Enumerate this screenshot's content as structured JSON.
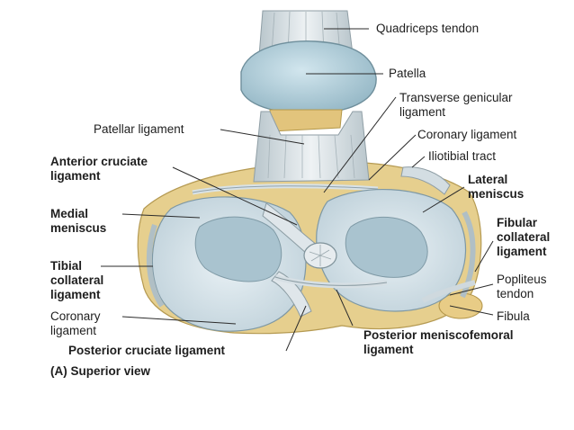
{
  "labels": {
    "quadriceps_tendon": "Quadriceps tendon",
    "patella": "Patella",
    "transverse_genicular": "Transverse genicular\nligament",
    "patellar_ligament": "Patellar ligament",
    "coronary_ligament_top": "Coronary ligament",
    "anterior_cruciate": "Anterior cruciate\nligament",
    "iliotibial_tract": "Iliotibial tract",
    "lateral_meniscus": "Lateral\nmeniscus",
    "medial_meniscus": "Medial\nmeniscus",
    "fibular_collateral": "Fibular\ncollateral\nligament",
    "tibial_collateral": "Tibial\ncollateral\nligament",
    "popliteus_tendon": "Popliteus\ntendon",
    "coronary_ligament_left": "Coronary\nligament",
    "fibula": "Fibula",
    "posterior_cruciate": "Posterior cruciate ligament",
    "posterior_meniscofemoral": "Posterior meniscofemoral\nligament",
    "view_caption": "(A) Superior view"
  }
}
